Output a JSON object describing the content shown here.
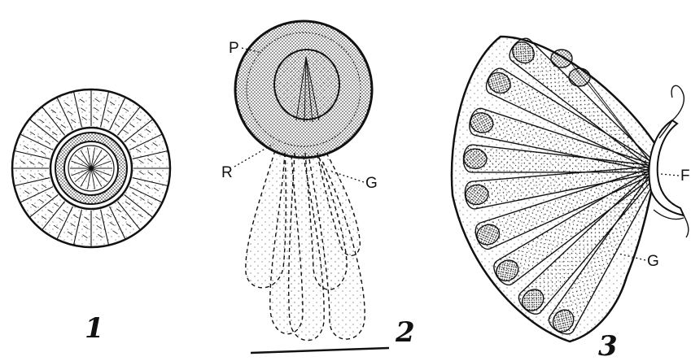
{
  "figures": [
    {
      "number": "1",
      "labels": []
    },
    {
      "number": "2",
      "labels": [
        "P",
        "R",
        "G"
      ]
    },
    {
      "number": "3",
      "labels": [
        "F",
        "G"
      ]
    }
  ],
  "colors": {
    "ink": "#111111",
    "paper": "#ffffff"
  }
}
